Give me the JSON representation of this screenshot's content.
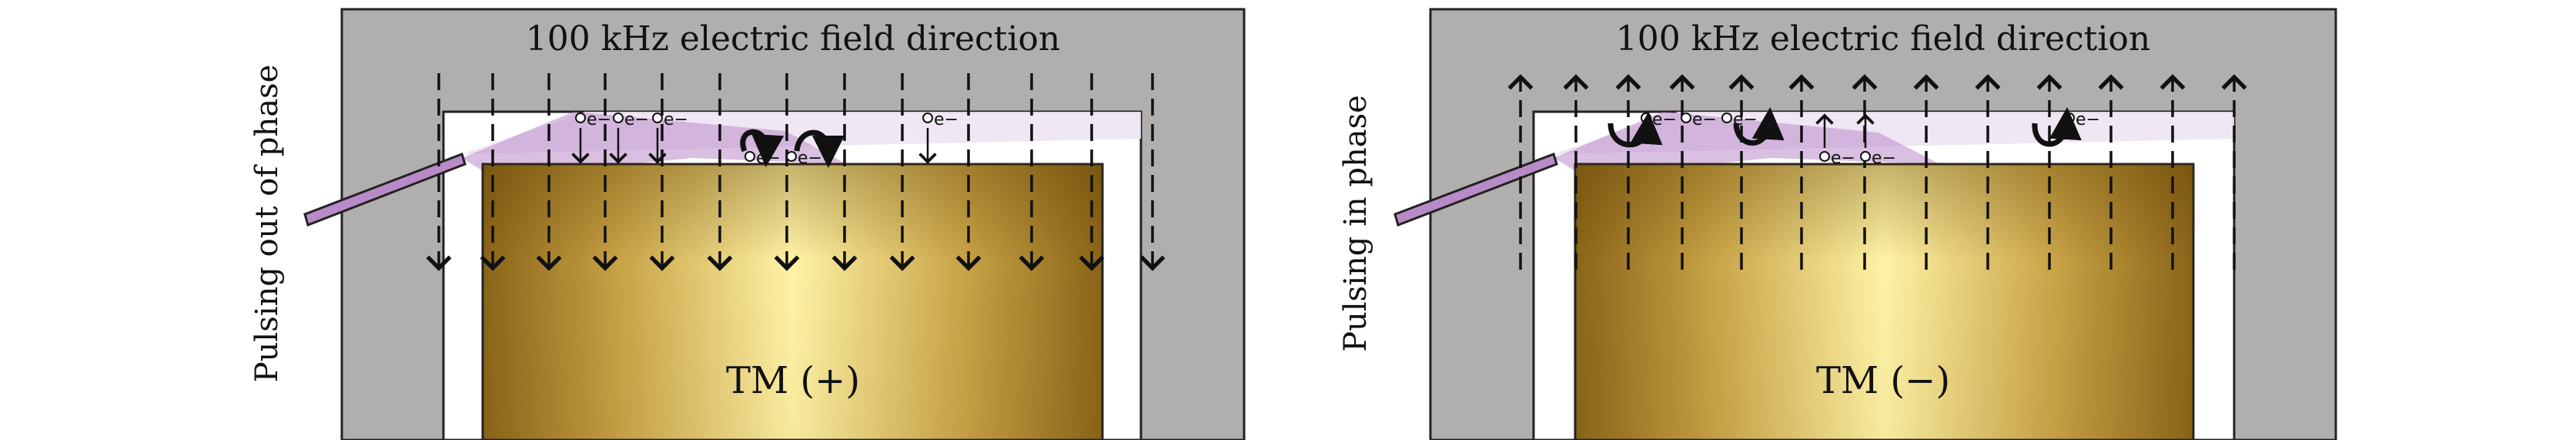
{
  "colors": {
    "housing": "#b1aeae",
    "housing_stroke": "#222222",
    "cavity": "#ffffff",
    "tm_edge": "#8a6418",
    "tm_mid": "#fff3a6",
    "beam": "#b98ac8",
    "beam_light": "#eee4f3",
    "arrow": "#111111"
  },
  "panels": [
    {
      "id": "out-of-phase",
      "side_label": "Pulsing out of phase",
      "field_title": "100 kHz electric field direction",
      "tm_label": "TM (+)",
      "field_direction": "down",
      "electron_labels": [
        "e−",
        "e−",
        "e−",
        "e−",
        "e−",
        "e−"
      ]
    },
    {
      "id": "in-phase",
      "side_label": "Pulsing in phase",
      "field_title": "100 kHz electric field direction",
      "tm_label": "TM (−)",
      "field_direction": "up",
      "electron_labels": [
        "e−",
        "e−",
        "e−",
        "e−",
        "e−",
        "e−"
      ]
    }
  ]
}
